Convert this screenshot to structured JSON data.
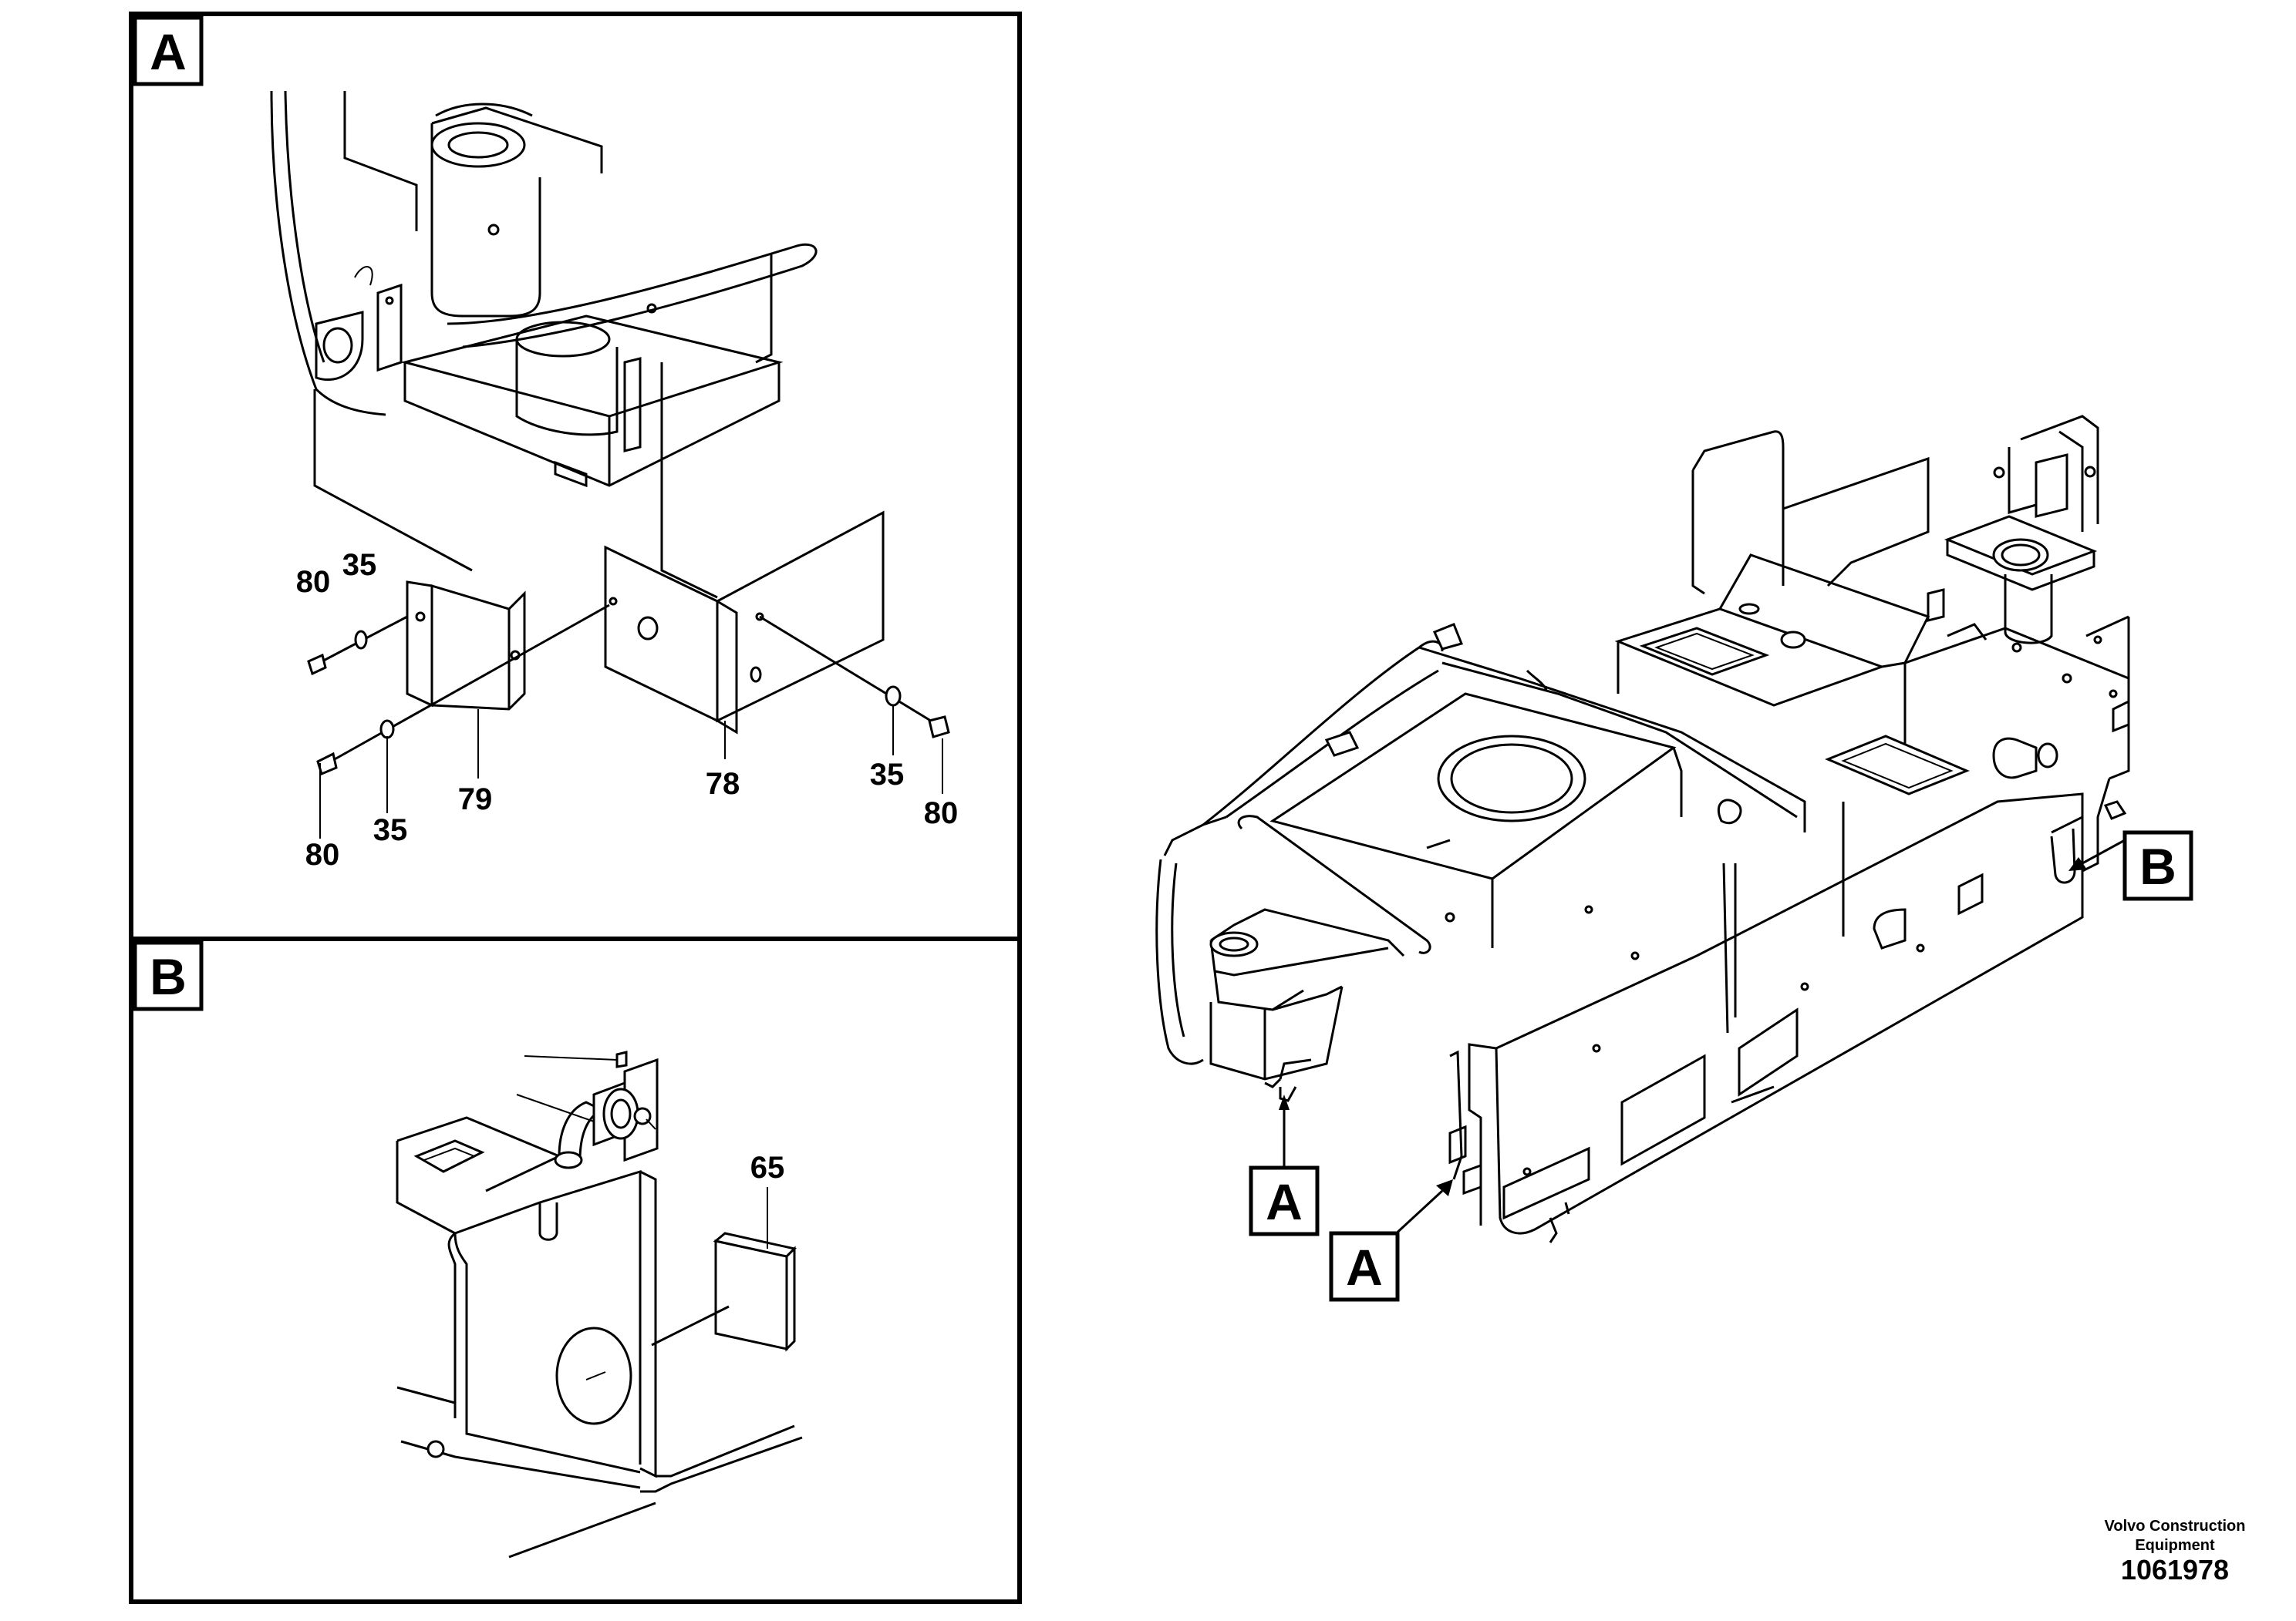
{
  "detail_a": {
    "tag": "A"
  },
  "detail_b": {
    "tag": "B"
  },
  "callouts_a": {
    "c80_left_top": "80",
    "c35_left_top": "35",
    "c80_left_bottom": "80",
    "c35_left_bottom": "35",
    "c79": "79",
    "c78": "78",
    "c35_right": "35",
    "c80_right": "80"
  },
  "callouts_b": {
    "c65": "65"
  },
  "overview": {
    "tag_a_1": "A",
    "tag_a_2": "A",
    "tag_b": "B"
  },
  "footer": {
    "brand_line1": "Volvo Construction",
    "brand_line2": "Equipment",
    "doc_number": "1061978"
  }
}
